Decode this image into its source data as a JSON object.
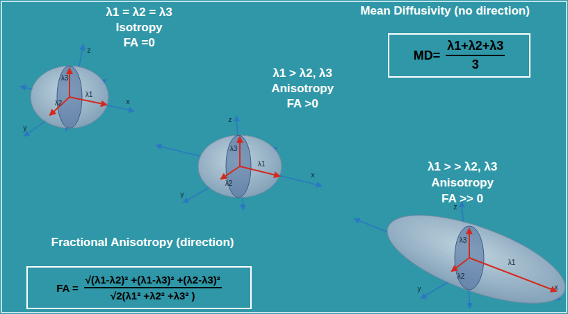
{
  "diagram": {
    "nodes": [
      {
        "text": [
          "MD=",
          "λ1+λ2+λ3",
          "3"
        ]
      },
      {
        "text": [
          "FA =",
          "√(λ1-λ2)² +(λ1-λ3)² +(λ2-λ3)²",
          "√2(λ1² +λ2² +λ3² )"
        ]
      }
    ],
    "labels": [
      "λ1 = λ2 = λ3",
      "Isotropy",
      "FA =0",
      "Mean Diffusivity (no direction)",
      "λ1 > λ2, λ3",
      "Anisotropy",
      "FA >0",
      "λ1 > > λ2, λ3",
      "Anisotropy",
      "FA >> 0",
      "Fractional Anisotropy (direction)",
      "z",
      "λ3",
      "λ1",
      "x",
      "λ2",
      "y",
      "z",
      "λ3",
      "λ1",
      "x",
      "λ2",
      "y",
      "z",
      "λ3",
      "λ1",
      "x",
      "λ2",
      "y"
    ]
  }
}
